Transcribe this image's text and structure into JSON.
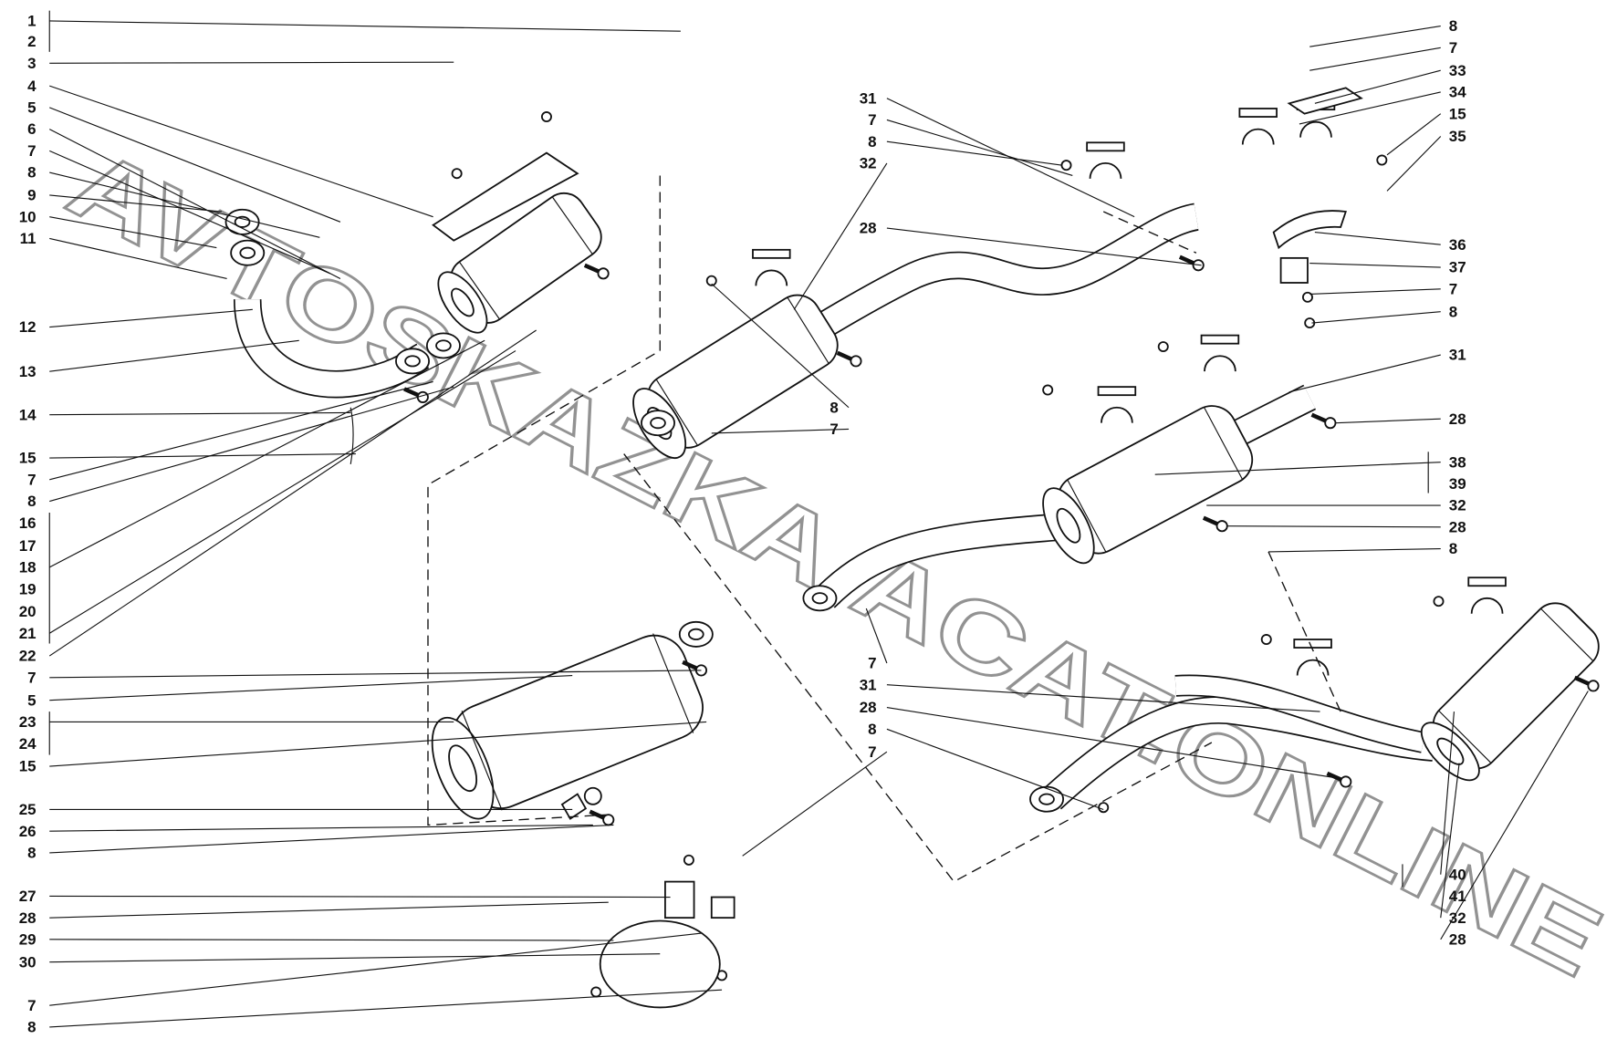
{
  "diagram": {
    "title_watermark": "AVTOSKAZKA.ACAT.ONLINE",
    "left_labels": [
      "1",
      "2",
      "3",
      "4",
      "5",
      "6",
      "7",
      "8",
      "9",
      "10",
      "11",
      "12",
      "13",
      "14",
      "15",
      "7",
      "8",
      "16",
      "17",
      "18",
      "19",
      "20",
      "21",
      "22",
      "7",
      "5",
      "23",
      "24",
      "15",
      "25",
      "26",
      "8",
      "27",
      "28",
      "29",
      "30",
      "7",
      "8"
    ],
    "middle_labels": [
      "31",
      "7",
      "8",
      "32",
      "28",
      "8",
      "7",
      "7",
      "31",
      "28",
      "8",
      "7"
    ],
    "right_labels": [
      "8",
      "7",
      "33",
      "34",
      "15",
      "35",
      "36",
      "37",
      "7",
      "8",
      "31",
      "28",
      "38",
      "39",
      "32",
      "28",
      "8",
      "40",
      "41",
      "32",
      "28"
    ]
  }
}
